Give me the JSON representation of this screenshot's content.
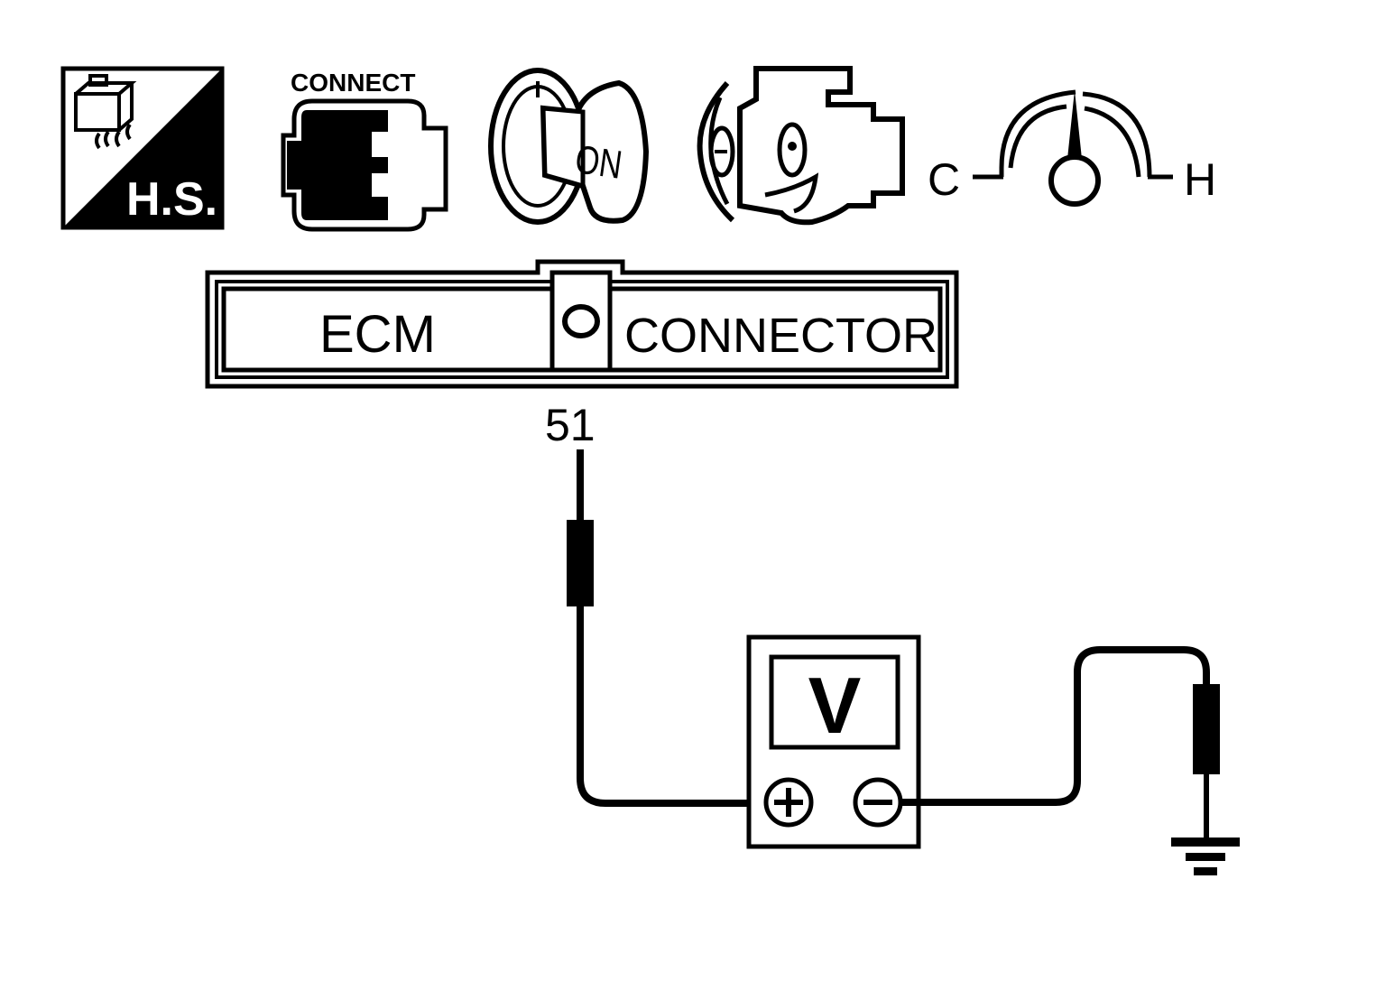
{
  "icons": {
    "harness_connector": {
      "label": "H.S.",
      "icon": "harness-connector-icon"
    },
    "connect": {
      "label": "CONNECT",
      "icon": "connector-plug-icon"
    },
    "ignition": {
      "label": "ON",
      "icon": "ignition-key-icon"
    },
    "engine": {
      "icon": "engine-icon"
    },
    "temperature": {
      "cold_label": "C",
      "hot_label": "H",
      "icon": "temperature-gauge-icon"
    }
  },
  "ecm_connector": {
    "left_label": "ECM",
    "right_label": "CONNECTOR",
    "terminal": "51"
  },
  "voltmeter": {
    "display": "V",
    "positive_terminal": "+",
    "negative_terminal": "−"
  },
  "ground": {
    "icon": "ground-symbol-icon"
  },
  "colors": {
    "ink": "#000000",
    "background": "#ffffff"
  }
}
